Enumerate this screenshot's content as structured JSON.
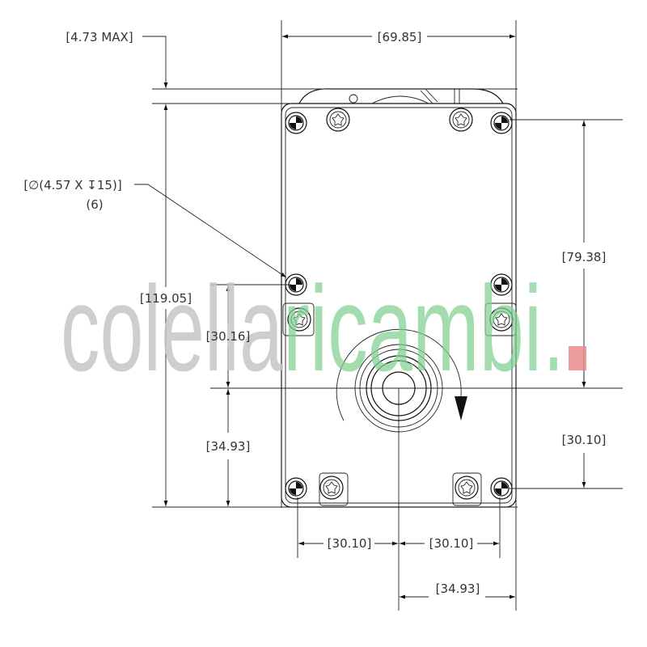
{
  "dimensions": {
    "top_max": "[4.73 MAX]",
    "width": "[69.85]",
    "height": "[119.05]",
    "hole_callout": "[∅(4.57 X ↧15)]",
    "hole_count": "(6)",
    "right_upper": "[79.38]",
    "right_lower": "[30.10]",
    "left_upper": "[30.16]",
    "left_lower": "[34.93]",
    "bottom_left": "[30.10]",
    "bottom_right": "[30.10]",
    "bottom_offset": "[34.93]"
  },
  "watermark": {
    "part1": "colella",
    "part2": "ricambi",
    "part3": ".",
    "color1": "#c9c5c2",
    "color2": "#7fcf90",
    "color3": "#e88a8a"
  }
}
